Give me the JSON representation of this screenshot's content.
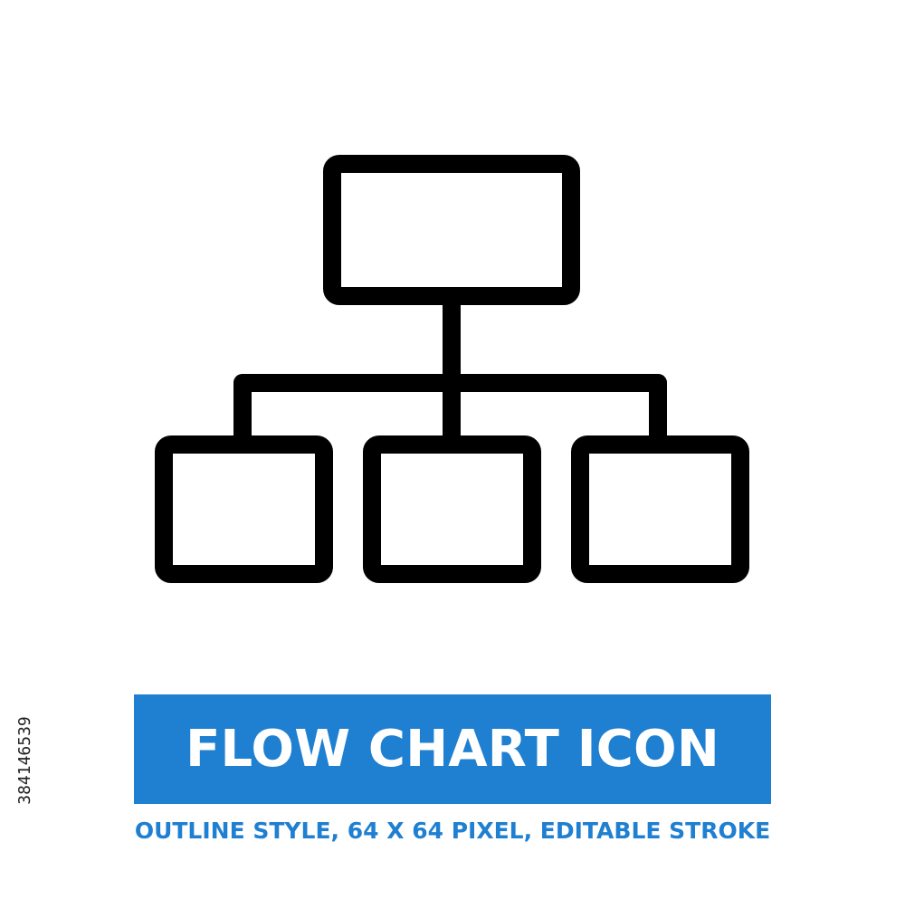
{
  "title": "FLOW CHART ICON",
  "subtitle": "OUTLINE STYLE, 64 X 64 PIXEL, EDITABLE STROKE",
  "side_id": "384146539",
  "colors": {
    "background": "#ffffff",
    "icon_stroke": "#000000",
    "accent": "#1f7fd1",
    "title_text": "#ffffff"
  },
  "icon": {
    "name": "flow-chart-icon"
  }
}
